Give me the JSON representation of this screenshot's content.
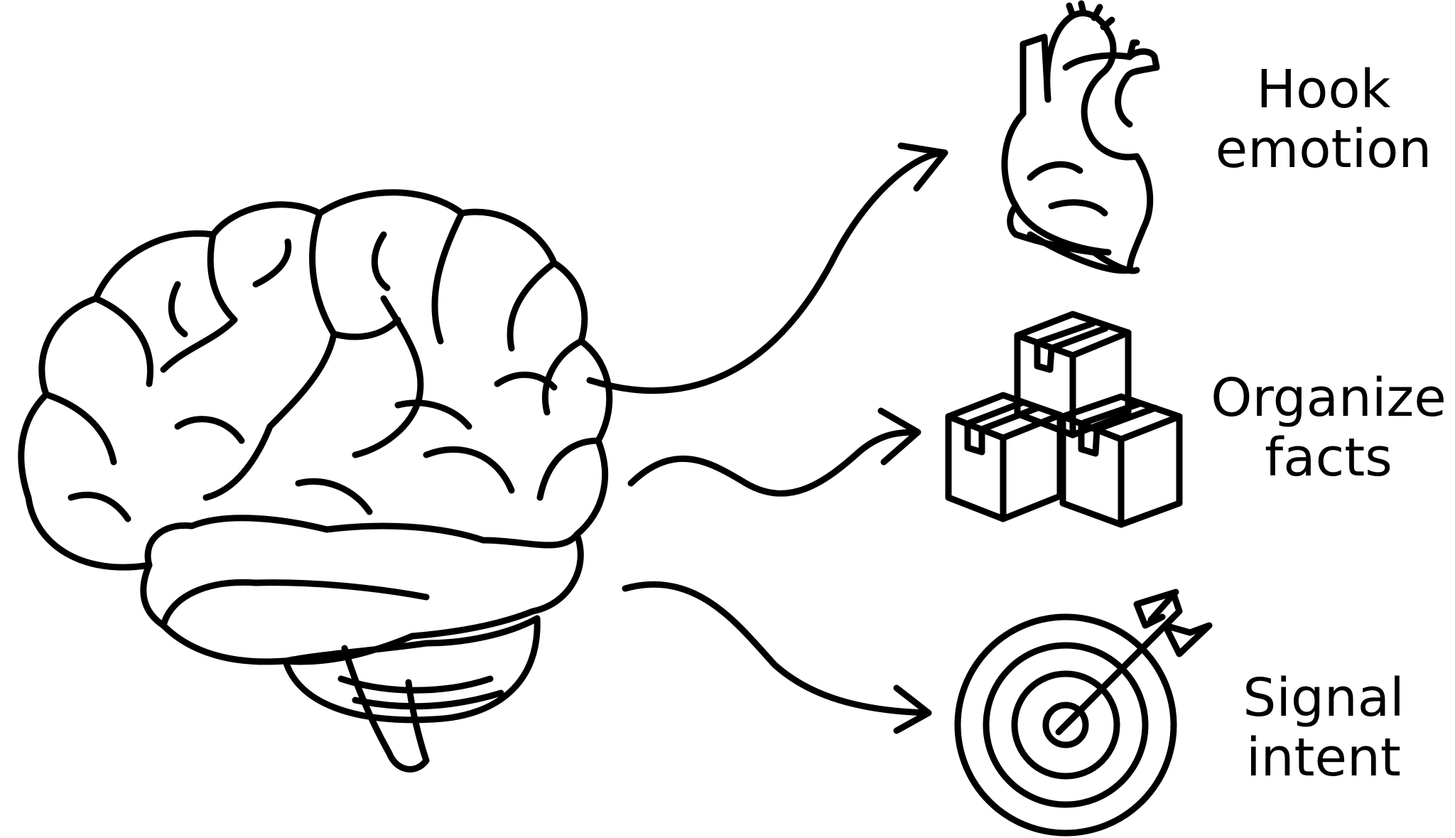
{
  "diagram": {
    "source": {
      "name": "brain",
      "icon": "brain-icon"
    },
    "outcomes": [
      {
        "icon": "anatomical-heart-icon",
        "label_lines": [
          "Hook",
          "emotion"
        ]
      },
      {
        "icon": "stacked-boxes-icon",
        "label_lines": [
          "Organize",
          "facts"
        ]
      },
      {
        "icon": "target-with-arrow-icon",
        "label_lines": [
          "Signal",
          "intent"
        ]
      }
    ]
  },
  "colors": {
    "ink": "#000000",
    "background": "#ffffff"
  }
}
